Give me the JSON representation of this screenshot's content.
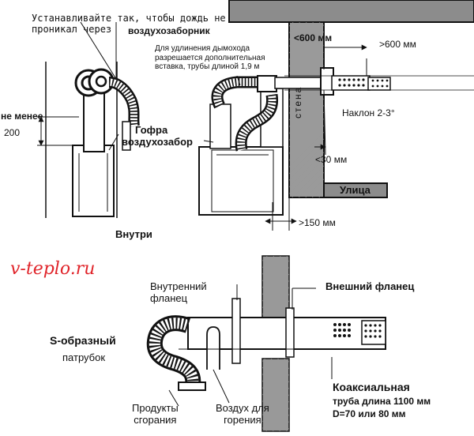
{
  "top_diagram": {
    "note_rain": "Устанавливайте так, чтобы дождь не\nпроникал через",
    "air_intake": "воздухозаборник",
    "note_extension": "Для удлинения дымохода\nразрешается дополнительная\nвставка, трубы длиной 1,9 м",
    "dist_wall": "<600 мм",
    "dist_out": ">600 мм",
    "min_label": "не менее",
    "min_value": "200",
    "corrugation": "Гофра",
    "air_intake_2": "воздухозабор",
    "wall": "стена",
    "slope": "Наклон 2-3°",
    "dist_30": "<30 мм",
    "street": "Улица",
    "inside": "Внутри",
    "dist_150": ">150 мм"
  },
  "watermark": "v-teplo.ru",
  "bottom_diagram": {
    "inner_flange": "Внутренний\nфланец",
    "outer_flange": "Внешний фланец",
    "s_pipe_1": "S-образный",
    "s_pipe_2": "патрубок",
    "coaxial": "Коаксиальная",
    "pipe_spec": "труба    длина 1100 мм",
    "diameter": "D=70 или 80 мм",
    "combustion_products": "Продукты\nсгорания",
    "combustion_air": "Воздух для\nгорения"
  }
}
